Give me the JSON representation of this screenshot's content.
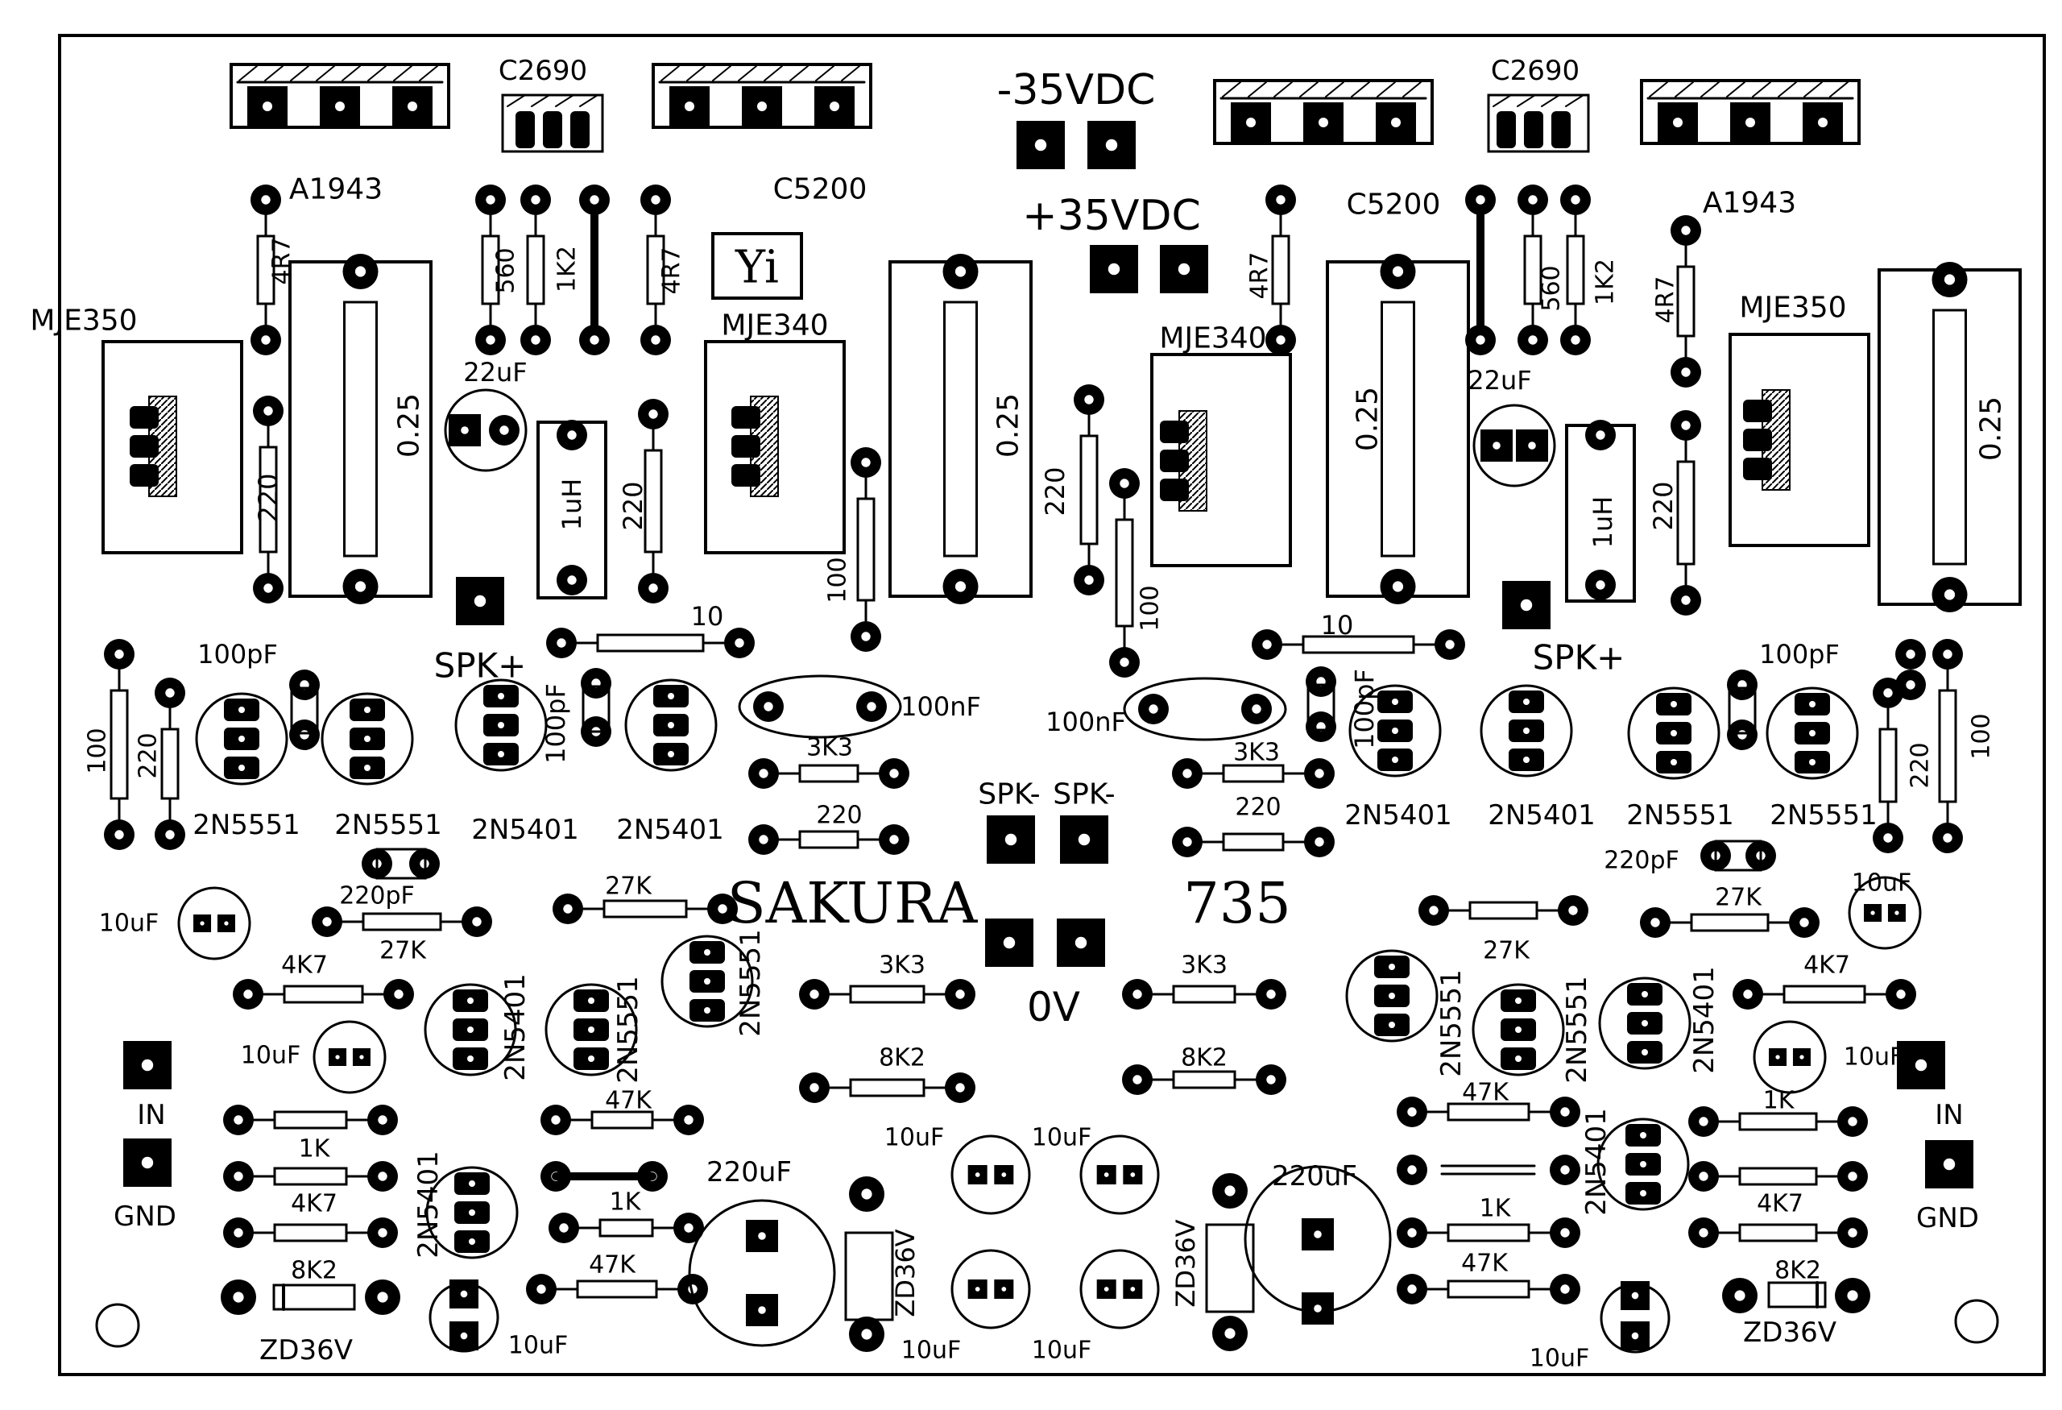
{
  "board": {
    "brand": "SAKURA",
    "model": "735",
    "logo": "Yi",
    "colors": {
      "ink": "#000000",
      "paper": "#ffffff"
    }
  },
  "power": {
    "neg": "-35VDC",
    "pos": "+35VDC",
    "ground": "0V"
  },
  "left": {
    "q_out_pnp": "A1943",
    "q_out_npn": "C5200",
    "q_bias": "C2690",
    "r_out_a": "4R7",
    "r_out_b": "4R7",
    "r_560": "560",
    "r_1k2": "1K2",
    "q_drv_pnp": "MJE350",
    "q_drv_npn": "MJE340",
    "r_emit_a": "0.25",
    "r_emit_b": "0.25",
    "c_22u": "22uF",
    "l_1u": "1uH",
    "r_220a": "220",
    "r_220b": "220",
    "r_100a": "100",
    "r_10": "10",
    "spk_pos": "SPK+",
    "c_100p_a": "100pF",
    "c_100p_b": "100pF",
    "r_100b": "100",
    "r_220c": "220",
    "q_2n5551a": "2N5551",
    "q_2n5551b": "2N5551",
    "q_2n5401a": "2N5401",
    "q_2n5401b": "2N5401",
    "c_100n": "100nF",
    "r_3k3a": "3K3",
    "r_220d": "220",
    "spk_neg": "SPK-",
    "c_220p": "220pF",
    "r_27ka": "27K",
    "r_27kb": "27K",
    "c_10u_a": "10uF",
    "r_4k7a": "4K7",
    "c_10u_b": "10uF",
    "q_2n5401c": "2N5401",
    "q_2n5551c": "2N5551",
    "q_2n5551d": "2N5551",
    "r_3k3b": "3K3",
    "r_8k2a": "8K2",
    "in": "IN",
    "gnd": "GND",
    "r_47ka": "47K",
    "r_1ka": "1K",
    "r_4k7b": "4K7",
    "r_8k2b": "8K2",
    "zd": "ZD36V",
    "q_2n5401d": "2N5401",
    "r_1kb": "1K",
    "r_47kb": "47K",
    "c_220u": "220uF",
    "c_10u_c": "10uF",
    "zd_v": "ZD36V",
    "c_10u_d": "10uF",
    "c_10u_e": "10uF"
  },
  "right": {
    "q_out_pnp": "A1943",
    "q_out_npn": "C5200",
    "q_bias": "C2690",
    "r_out_a": "4R7",
    "r_out_b": "4R7",
    "r_560": "560",
    "r_1k2": "1K2",
    "q_drv_pnp": "MJE350",
    "q_drv_npn": "MJE340",
    "r_emit_a": "0.25",
    "r_emit_b": "0.25",
    "c_22u": "22uF",
    "l_1u": "1uH",
    "r_220a": "220",
    "r_220b": "220",
    "r_100a": "100",
    "r_10": "10",
    "spk_pos": "SPK+",
    "c_100p_a": "100pF",
    "c_100p_b": "100pF",
    "r_100b": "100",
    "r_220c": "220",
    "q_2n5551a": "2N5551",
    "q_2n5551b": "2N5551",
    "q_2n5401a": "2N5401",
    "q_2n5401b": "2N5401",
    "c_100n": "100nF",
    "r_3k3a": "3K3",
    "r_220d": "220",
    "spk_neg": "SPK-",
    "c_220p": "220pF",
    "r_27ka": "27K",
    "r_27kb": "27K",
    "c_10u_a": "10uF",
    "r_4k7a": "4K7",
    "c_10u_b": "10uF",
    "q_2n5401c": "2N5401",
    "q_2n5551c": "2N5551",
    "q_2n5551d": "2N5551",
    "r_3k3b": "3K3",
    "r_8k2a": "8K2",
    "in": "IN",
    "gnd": "GND",
    "r_47ka": "47K",
    "r_1ka": "1K",
    "r_4k7b": "4K7",
    "r_8k2b": "8K2",
    "zd": "ZD36V",
    "q_2n5401d": "2N5401",
    "r_1kb": "1K",
    "r_47kb": "47K",
    "c_220u": "220uF",
    "c_10u_c": "10uF",
    "zd_v": "ZD36V",
    "c_10u_d": "10uF",
    "c_10u_e": "10uF"
  }
}
